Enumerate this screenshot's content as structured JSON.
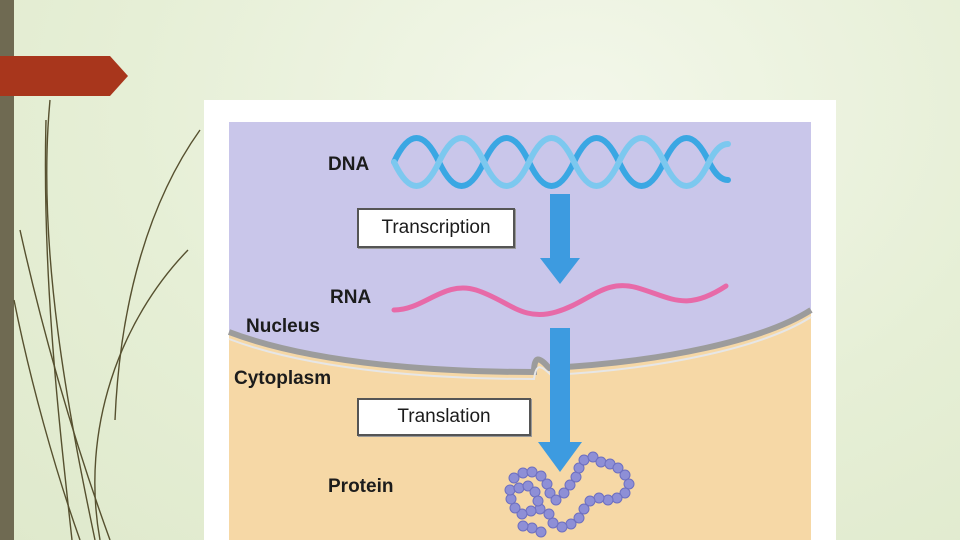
{
  "diagram": {
    "labels": {
      "dna": "DNA",
      "transcription": "Transcription",
      "rna": "RNA",
      "nucleus": "Nucleus",
      "cytoplasm": "Cytoplasm",
      "translation": "Translation",
      "protein": "Protein"
    },
    "colors": {
      "nucleus": "#c9c6ea",
      "cytoplasm": "#f6d8a6",
      "dna": "#3aa7e3",
      "rna": "#e76aa8",
      "arrow": "#3d9be0",
      "protein": "#8e8fd6",
      "accent_tab": "#a8361c",
      "slide_bar": "#6f6a52"
    },
    "icons": [
      "dna-double-helix-icon",
      "rna-strand-icon",
      "protein-chain-icon",
      "down-arrow-icon"
    ]
  }
}
